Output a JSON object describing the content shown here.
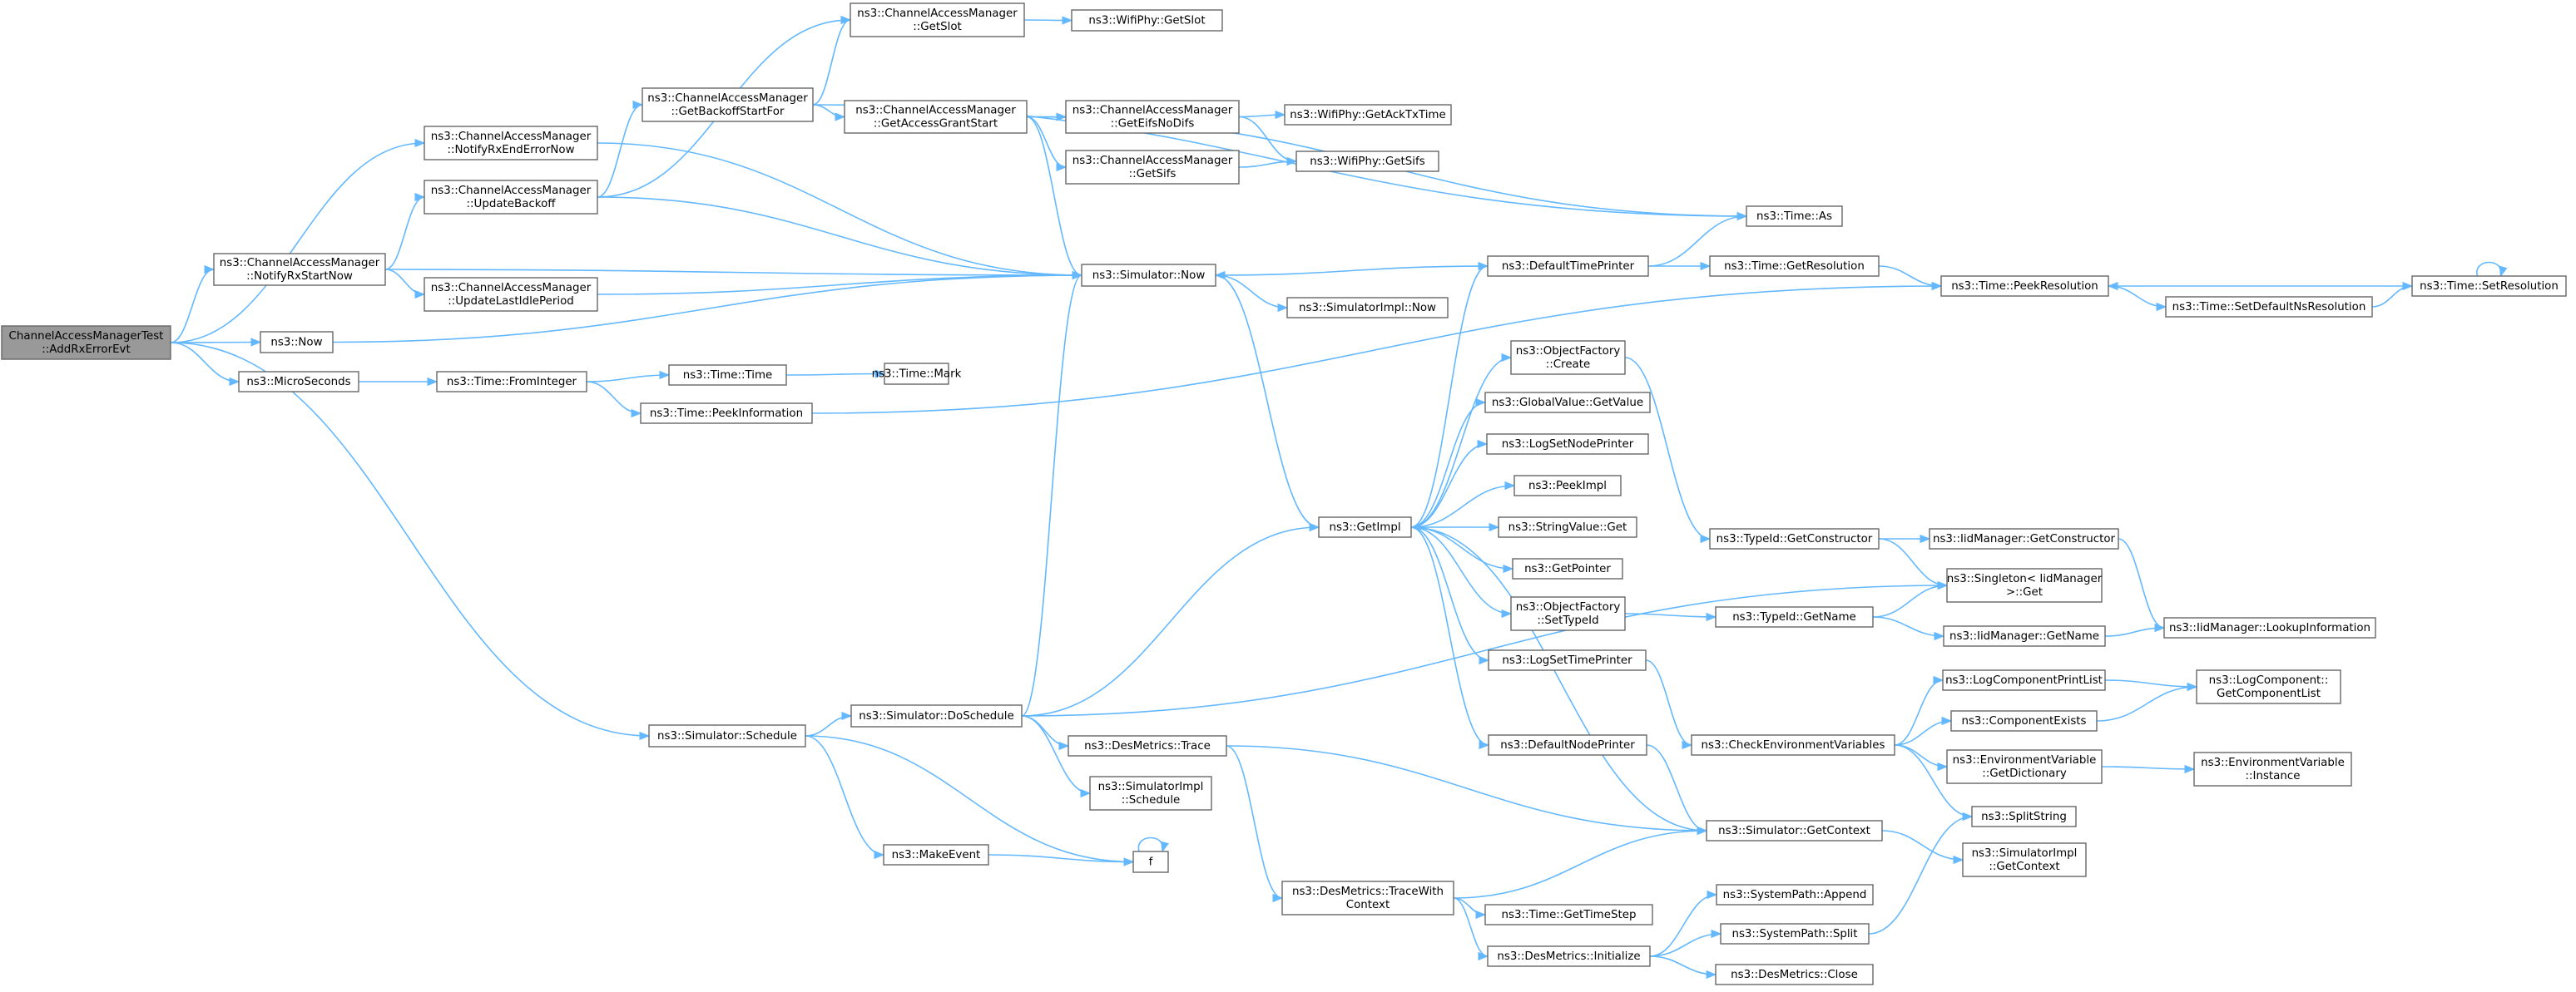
{
  "graph": {
    "nodes": {
      "root": [
        "ChannelAccessManagerTest",
        "::AddRxErrorEvt"
      ],
      "notify_rx_start_now": [
        "ns3::ChannelAccessManager",
        "::NotifyRxStartNow"
      ],
      "now": [
        "ns3::Now"
      ],
      "micro_seconds": [
        "ns3::MicroSeconds"
      ],
      "schedule": [
        "ns3::Simulator::Schedule"
      ],
      "notify_rx_end_error_now": [
        "ns3::ChannelAccessManager",
        "::NotifyRxEndErrorNow"
      ],
      "update_backoff": [
        "ns3::ChannelAccessManager",
        "::UpdateBackoff"
      ],
      "update_last_idle_period": [
        "ns3::ChannelAccessManager",
        "::UpdateLastIdlePeriod"
      ],
      "from_integer": [
        "ns3::Time::FromInteger"
      ],
      "do_schedule": [
        "ns3::Simulator::DoSchedule"
      ],
      "make_event": [
        "ns3::MakeEvent"
      ],
      "get_backoff_start_for": [
        "ns3::ChannelAccessManager",
        "::GetBackoffStartFor"
      ],
      "time_time": [
        "ns3::Time::Time"
      ],
      "peek_information": [
        "ns3::Time::PeekInformation"
      ],
      "get_slot": [
        "ns3::ChannelAccessManager",
        "::GetSlot"
      ],
      "get_access_grant_start": [
        "ns3::ChannelAccessManager",
        "::GetAccessGrantStart"
      ],
      "simulator_now": [
        "ns3::Simulator::Now"
      ],
      "des_trace": [
        "ns3::DesMetrics::Trace"
      ],
      "simimpl_schedule": [
        "ns3::SimulatorImpl",
        "::Schedule"
      ],
      "f": [
        "f"
      ],
      "trace_with_context": [
        "ns3::DesMetrics::TraceWith",
        "Context"
      ],
      "time_mark": [
        "ns3::Time::Mark"
      ],
      "wifiphy_get_slot": [
        "ns3::WifiPhy::GetSlot"
      ],
      "get_eifs_no_difs": [
        "ns3::ChannelAccessManager",
        "::GetEifsNoDifs"
      ],
      "get_sifs_cam": [
        "ns3::ChannelAccessManager",
        "::GetSifs"
      ],
      "simimpl_now": [
        "ns3::SimulatorImpl::Now"
      ],
      "get_impl": [
        "ns3::GetImpl"
      ],
      "time_get_time_step": [
        "ns3::Time::GetTimeStep"
      ],
      "des_initialize": [
        "ns3::DesMetrics::Initialize"
      ],
      "get_ack_tx_time": [
        "ns3::WifiPhy::GetAckTxTime"
      ],
      "wifiphy_get_sifs": [
        "ns3::WifiPhy::GetSifs"
      ],
      "default_time_printer": [
        "ns3::DefaultTimePrinter"
      ],
      "object_factory_create": [
        "ns3::ObjectFactory",
        "::Create"
      ],
      "global_value_get_value": [
        "ns3::GlobalValue::GetValue"
      ],
      "log_set_node_printer": [
        "ns3::LogSetNodePrinter"
      ],
      "peek_impl": [
        "ns3::PeekImpl"
      ],
      "string_value_get": [
        "ns3::StringValue::Get"
      ],
      "get_pointer": [
        "ns3::GetPointer"
      ],
      "object_factory_set_type_id": [
        "ns3::ObjectFactory",
        "::SetTypeId"
      ],
      "log_set_time_printer": [
        "ns3::LogSetTimePrinter"
      ],
      "default_node_printer": [
        "ns3::DefaultNodePrinter"
      ],
      "time_as": [
        "ns3::Time::As"
      ],
      "get_resolution": [
        "ns3::Time::GetResolution"
      ],
      "typeid_get_constructor": [
        "ns3::TypeId::GetConstructor"
      ],
      "typeid_get_name": [
        "ns3::TypeId::GetName"
      ],
      "check_env_vars": [
        "ns3::CheckEnvironmentVariables"
      ],
      "sim_get_context": [
        "ns3::Simulator::GetContext"
      ],
      "sys_append": [
        "ns3::SystemPath::Append"
      ],
      "sys_split": [
        "ns3::SystemPath::Split"
      ],
      "des_close": [
        "ns3::DesMetrics::Close"
      ],
      "peek_resolution": [
        "ns3::Time::PeekResolution"
      ],
      "iid_get_constructor": [
        "ns3::IidManager::GetConstructor"
      ],
      "singleton_get": [
        "ns3::Singleton< IidManager",
        ">::Get"
      ],
      "iid_get_name": [
        "ns3::IidManager::GetName"
      ],
      "log_component_print_list": [
        "ns3::LogComponentPrintList"
      ],
      "component_exists": [
        "ns3::ComponentExists"
      ],
      "env_get_dictionary": [
        "ns3::EnvironmentVariable",
        "::GetDictionary"
      ],
      "split_string": [
        "ns3::SplitString"
      ],
      "simimpl_get_context": [
        "ns3::SimulatorImpl",
        "::GetContext"
      ],
      "set_default_ns_resolution": [
        "ns3::Time::SetDefaultNsResolution"
      ],
      "iid_lookup_information": [
        "ns3::IidManager::LookupInformation"
      ],
      "log_get_component_list": [
        "ns3::LogComponent::",
        "GetComponentList"
      ],
      "env_instance": [
        "ns3::EnvironmentVariable",
        "::Instance"
      ],
      "time_set_resolution": [
        "ns3::Time::SetResolution"
      ]
    },
    "edges": [
      [
        "root",
        "notify_rx_start_now"
      ],
      [
        "root",
        "now"
      ],
      [
        "root",
        "micro_seconds"
      ],
      [
        "root",
        "schedule"
      ],
      [
        "root",
        "notify_rx_end_error_now"
      ],
      [
        "notify_rx_start_now",
        "update_backoff"
      ],
      [
        "notify_rx_start_now",
        "update_last_idle_period"
      ],
      [
        "notify_rx_start_now",
        "simulator_now"
      ],
      [
        "now",
        "simulator_now"
      ],
      [
        "micro_seconds",
        "from_integer"
      ],
      [
        "schedule",
        "do_schedule"
      ],
      [
        "schedule",
        "make_event"
      ],
      [
        "schedule",
        "f"
      ],
      [
        "notify_rx_end_error_now",
        "simulator_now"
      ],
      [
        "update_backoff",
        "get_backoff_start_for"
      ],
      [
        "update_backoff",
        "get_slot"
      ],
      [
        "update_backoff",
        "simulator_now"
      ],
      [
        "update_last_idle_period",
        "simulator_now"
      ],
      [
        "from_integer",
        "time_time"
      ],
      [
        "from_integer",
        "peek_information"
      ],
      [
        "do_schedule",
        "simulator_now"
      ],
      [
        "do_schedule",
        "get_impl"
      ],
      [
        "do_schedule",
        "des_trace"
      ],
      [
        "do_schedule",
        "simimpl_schedule"
      ],
      [
        "do_schedule",
        "singleton_get"
      ],
      [
        "make_event",
        "f"
      ],
      [
        "get_backoff_start_for",
        "get_slot"
      ],
      [
        "get_backoff_start_for",
        "get_access_grant_start"
      ],
      [
        "get_backoff_start_for",
        "time_as"
      ],
      [
        "time_time",
        "time_mark"
      ],
      [
        "peek_information",
        "peek_resolution"
      ],
      [
        "get_slot",
        "wifiphy_get_slot"
      ],
      [
        "get_access_grant_start",
        "get_eifs_no_difs"
      ],
      [
        "get_access_grant_start",
        "get_sifs_cam"
      ],
      [
        "get_access_grant_start",
        "simulator_now"
      ],
      [
        "get_access_grant_start",
        "time_as"
      ],
      [
        "simulator_now",
        "simimpl_now"
      ],
      [
        "simulator_now",
        "get_impl"
      ],
      [
        "des_trace",
        "trace_with_context"
      ],
      [
        "des_trace",
        "sim_get_context"
      ],
      [
        "f",
        "f"
      ],
      [
        "trace_with_context",
        "time_get_time_step"
      ],
      [
        "trace_with_context",
        "des_initialize"
      ],
      [
        "trace_with_context",
        "sim_get_context"
      ],
      [
        "get_eifs_no_difs",
        "get_ack_tx_time"
      ],
      [
        "get_eifs_no_difs",
        "wifiphy_get_sifs"
      ],
      [
        "get_sifs_cam",
        "wifiphy_get_sifs"
      ],
      [
        "get_impl",
        "default_time_printer"
      ],
      [
        "get_impl",
        "object_factory_create"
      ],
      [
        "get_impl",
        "global_value_get_value"
      ],
      [
        "get_impl",
        "log_set_node_printer"
      ],
      [
        "get_impl",
        "peek_impl"
      ],
      [
        "get_impl",
        "string_value_get"
      ],
      [
        "get_impl",
        "get_pointer"
      ],
      [
        "get_impl",
        "object_factory_set_type_id"
      ],
      [
        "get_impl",
        "log_set_time_printer"
      ],
      [
        "get_impl",
        "default_node_printer"
      ],
      [
        "des_initialize",
        "sys_append"
      ],
      [
        "des_initialize",
        "sys_split"
      ],
      [
        "des_initialize",
        "des_close"
      ],
      [
        "default_time_printer",
        "simulator_now"
      ],
      [
        "default_time_printer",
        "time_as"
      ],
      [
        "default_time_printer",
        "get_resolution"
      ],
      [
        "object_factory_create",
        "typeid_get_constructor"
      ],
      [
        "object_factory_set_type_id",
        "typeid_get_name"
      ],
      [
        "log_set_time_printer",
        "check_env_vars"
      ],
      [
        "default_node_printer",
        "sim_get_context"
      ],
      [
        "get_resolution",
        "peek_resolution"
      ],
      [
        "typeid_get_constructor",
        "iid_get_constructor"
      ],
      [
        "typeid_get_constructor",
        "singleton_get"
      ],
      [
        "typeid_get_name",
        "singleton_get"
      ],
      [
        "typeid_get_name",
        "iid_get_name"
      ],
      [
        "check_env_vars",
        "log_component_print_list"
      ],
      [
        "check_env_vars",
        "component_exists"
      ],
      [
        "check_env_vars",
        "env_get_dictionary"
      ],
      [
        "check_env_vars",
        "split_string"
      ],
      [
        "sim_get_context",
        "get_impl"
      ],
      [
        "sim_get_context",
        "simimpl_get_context"
      ],
      [
        "sys_split",
        "split_string"
      ],
      [
        "peek_resolution",
        "set_default_ns_resolution"
      ],
      [
        "iid_get_constructor",
        "iid_lookup_information"
      ],
      [
        "iid_get_name",
        "iid_lookup_information"
      ],
      [
        "log_component_print_list",
        "log_get_component_list"
      ],
      [
        "component_exists",
        "log_get_component_list"
      ],
      [
        "env_get_dictionary",
        "env_instance"
      ],
      [
        "set_default_ns_resolution",
        "time_set_resolution"
      ],
      [
        "time_set_resolution",
        "peek_resolution"
      ],
      [
        "time_set_resolution",
        "time_set_resolution"
      ]
    ]
  }
}
